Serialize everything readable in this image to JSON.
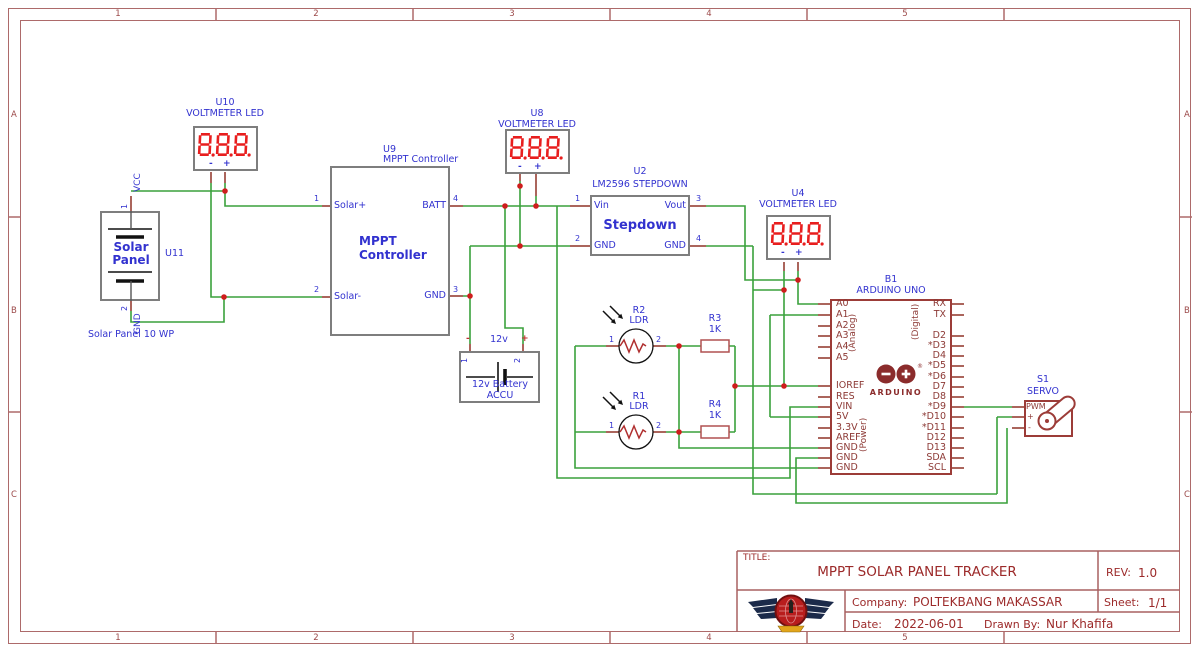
{
  "frame": {
    "columns": [
      "1",
      "2",
      "3",
      "4",
      "5"
    ],
    "rows": [
      "A",
      "B",
      "C"
    ]
  },
  "title_block": {
    "title_label": "TITLE:",
    "title": "MPPT SOLAR PANEL TRACKER",
    "rev_label": "REV:",
    "rev": "1.0",
    "company_label": "Company:",
    "company": "POLTEKBANG MAKASSAR",
    "sheet_label": "Sheet:",
    "sheet": "1/1",
    "date_label": "Date:",
    "date": "2022-06-01",
    "drawn_by_label": "Drawn By:",
    "drawn_by": "Nur Khafifa"
  },
  "schematic": {
    "solar_panel": {
      "ref": "U11",
      "line1": "Solar",
      "line2": "Panel",
      "pin1": "1",
      "pin2": "2",
      "net_top": "VCC",
      "net_bottom": "GND",
      "caption": "Solar Panel 10 WP"
    },
    "voltmeter_u10": {
      "ref": "U10",
      "name": "VOLTMETER LED",
      "display": "8.8.8.",
      "minus": "-",
      "plus": "+"
    },
    "voltmeter_u8": {
      "ref": "U8",
      "name": "VOLTMETER LED",
      "display": "8.8.8.",
      "minus": "-",
      "plus": "+"
    },
    "voltmeter_u4": {
      "ref": "U4",
      "name": "VOLTMETER LED",
      "display": "8.8.8.",
      "minus": "-",
      "plus": "+"
    },
    "mppt": {
      "ref": "U9",
      "name": "MPPT Controller",
      "inner1": "MPPT",
      "inner2": "Controller",
      "pin_solar_plus": "Solar+",
      "pin_solar_minus": "Solar-",
      "pin_batt": "BATT",
      "pin_gnd": "GND",
      "num1": "1",
      "num2": "2",
      "num3": "3",
      "num4": "4"
    },
    "stepdown": {
      "ref": "U2",
      "name": "LM2596 STEPDOWN",
      "inner": "Stepdown",
      "pin_vin": "Vin",
      "pin_gnd_left": "GND",
      "pin_vout": "Vout",
      "pin_gnd_right": "GND",
      "num1": "1",
      "num2": "2",
      "num3": "3",
      "num4": "4"
    },
    "battery": {
      "label": "12v",
      "minus": "-",
      "plus": "+",
      "pin1": "1",
      "pin2": "2",
      "caption1": "12v Battery",
      "caption2": "ACCU"
    },
    "ldr_r2": {
      "ref": "R2",
      "name": "LDR",
      "pin1": "1",
      "pin2": "2"
    },
    "ldr_r1": {
      "ref": "R1",
      "name": "LDR",
      "pin1": "1",
      "pin2": "2"
    },
    "res_r3": {
      "ref": "R3",
      "value": "1K"
    },
    "res_r4": {
      "ref": "R4",
      "value": "1K"
    },
    "arduino": {
      "ref": "B1",
      "name": "ARDUINO UNO",
      "group_analog": "(Analog)",
      "group_digital": "(Digital)",
      "group_power": "(Power)",
      "logo_text": "ARDUINO",
      "logo_reg": "®",
      "left_pins": [
        "A0",
        "A1",
        "A2",
        "A3",
        "A4",
        "A5",
        "IOREF",
        "RES",
        "VIN",
        "5V",
        "3.3V",
        "AREF",
        "GND",
        "GND",
        "GND"
      ],
      "right_pins": [
        "RX",
        "TX",
        "D2",
        "*D3",
        "D4",
        "*D5",
        "*D6",
        "D7",
        "D8",
        "*D9",
        "*D10",
        "*D11",
        "D12",
        "D13",
        "SDA",
        "SCL"
      ]
    },
    "servo": {
      "ref": "S1",
      "name": "SERVO",
      "pin_pwm": "PWM",
      "pin_plus": "+",
      "pin_minus": "-"
    }
  },
  "colors": {
    "wire_green": "#3aa13c",
    "pin_stub": "#ab655c",
    "junction_red": "#cf1d1d",
    "label_blue": "#3232cf",
    "component_gray": "#7e7e7e",
    "arduino_red": "#9c3c38",
    "display_red": "#e81e1e",
    "frame_brown": "#ad6a6a",
    "title_text": "#9c2a2a",
    "logo_navy": "#1b2a4a",
    "logo_red": "#b81d1d",
    "logo_gold": "#e2a51b"
  }
}
